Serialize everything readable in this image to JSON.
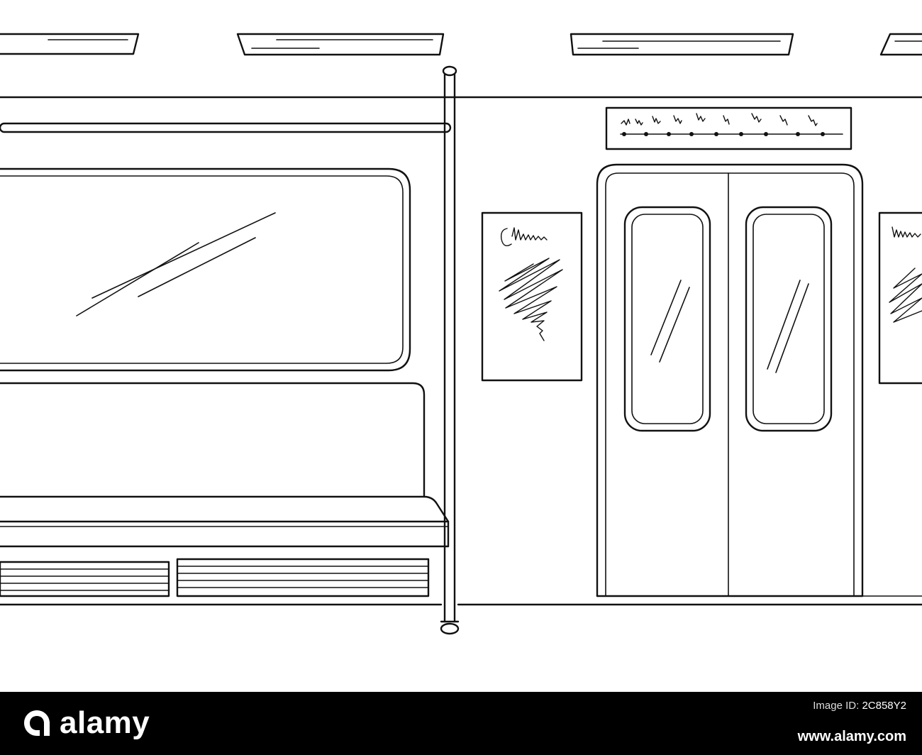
{
  "illustration": {
    "subject": "",
    "style": "black-and-white line drawing",
    "line_color": "#111111",
    "background_color": "#ffffff",
    "elements": [
      "ceiling-lights",
      "grab-rail",
      "vertical-pole",
      "window",
      "bench-seat",
      "heater-vents",
      "route-map",
      "poster-left",
      "sliding-doors",
      "poster-right"
    ]
  },
  "banner": {
    "background": "#000000",
    "text_color": "#ffffff",
    "brand": "alamy",
    "image_id_label": "Image ID:",
    "image_id": "2C858Y2",
    "site": "www.alamy.com"
  },
  "icons": {
    "brand_mark": "alamy-a-icon"
  }
}
